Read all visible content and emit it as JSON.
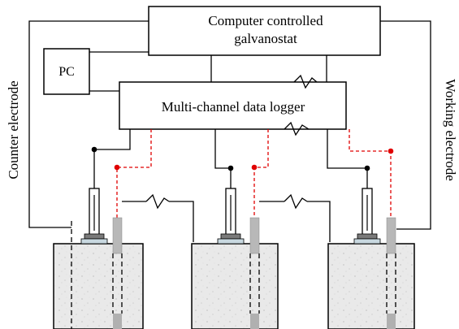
{
  "labels": {
    "galvanostat_line1": "Computer controlled",
    "galvanostat_line2": "galvanostat",
    "pc": "PC",
    "logger": "Multi-channel data logger",
    "counter_electrode": "Counter electrode",
    "working_electrode": "Working electrode"
  },
  "colors": {
    "wire": "#000000",
    "signal_wire": "#e00000",
    "specimen_fill": "#e6e6e6",
    "electrode_gray": "#b8b8b8",
    "ref_base": "#c8d8e0"
  },
  "icons": {
    "resistor": "zigzag-resistor-icon",
    "reference_electrode": "reference-electrode-icon",
    "specimen": "concrete-specimen-icon"
  }
}
